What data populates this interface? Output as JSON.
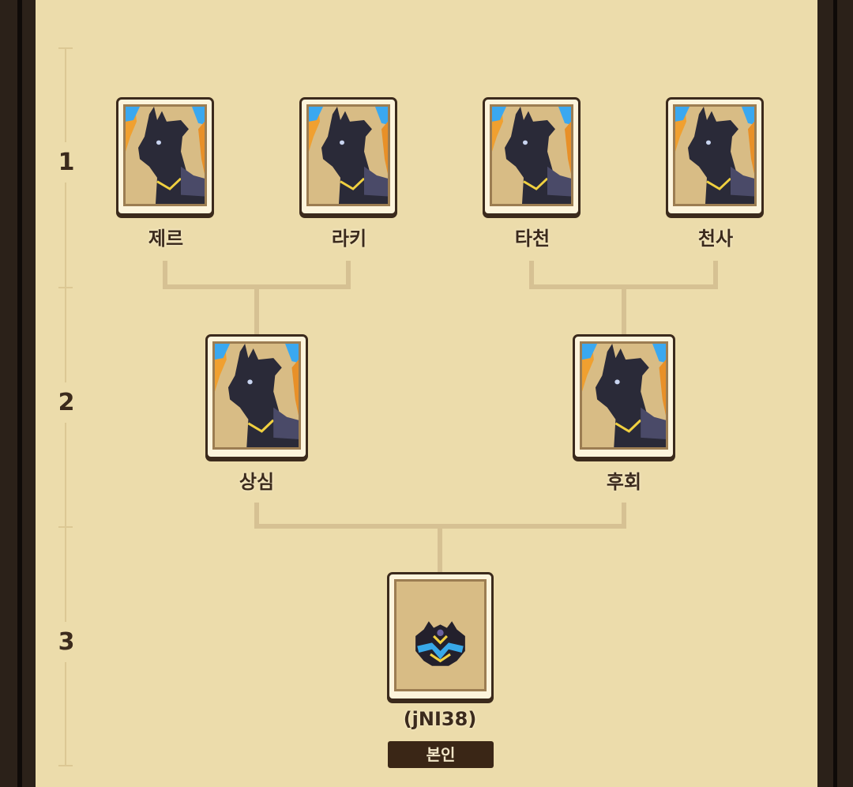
{
  "generations": [
    "1",
    "2",
    "3"
  ],
  "pets": {
    "gen1": [
      {
        "name": "제르"
      },
      {
        "name": "라키"
      },
      {
        "name": "타천"
      },
      {
        "name": "천사"
      }
    ],
    "gen2": [
      {
        "name": "상심"
      },
      {
        "name": "후회"
      }
    ],
    "gen3": {
      "name": "(jNI38)",
      "badge": "본인"
    }
  },
  "colors": {
    "panel": "#ecdcab",
    "frame": "#2b2119",
    "connector": "#d6c193",
    "text": "#3b2a1c"
  }
}
